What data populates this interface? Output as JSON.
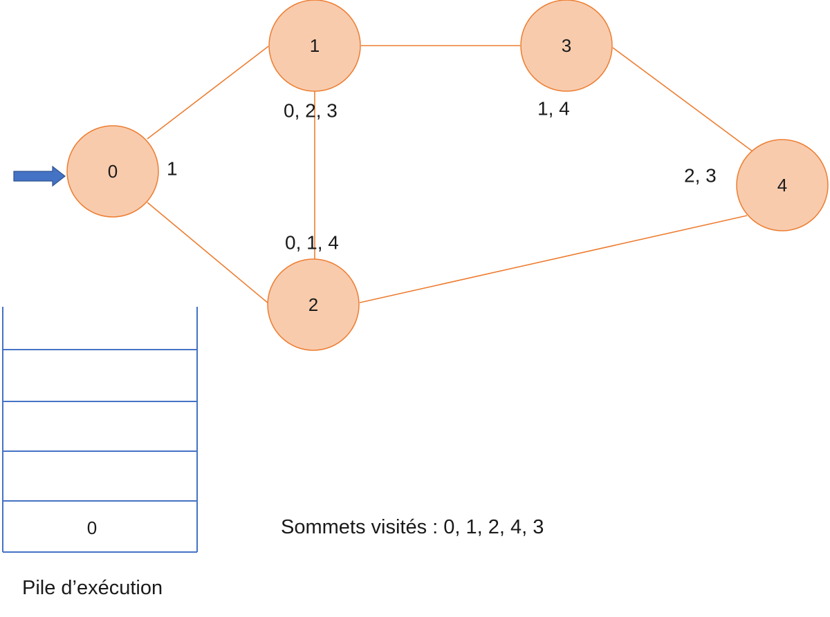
{
  "colors": {
    "node_fill": "#f8cbad",
    "node_stroke": "#ed7d31",
    "edge": "#ed7d31",
    "stack": "#4472c4",
    "arrow": "#4472c4"
  },
  "graph": {
    "nodes": [
      {
        "id": "0",
        "label": "0",
        "adjacency": "1"
      },
      {
        "id": "1",
        "label": "1",
        "adjacency": "0, 2, 3"
      },
      {
        "id": "2",
        "label": "2",
        "adjacency": "0, 1, 4"
      },
      {
        "id": "3",
        "label": "3",
        "adjacency": "1, 4"
      },
      {
        "id": "4",
        "label": "4",
        "adjacency": "2, 3"
      }
    ],
    "edges": [
      [
        "0",
        "1"
      ],
      [
        "0",
        "2"
      ],
      [
        "1",
        "2"
      ],
      [
        "1",
        "3"
      ],
      [
        "3",
        "4"
      ],
      [
        "2",
        "4"
      ]
    ],
    "start_node": "0",
    "start_marker_icon": "arrow-right-icon"
  },
  "stack": {
    "cells": [
      "",
      "",
      "",
      "0"
    ],
    "caption": "Pile d’exécution"
  },
  "visited": {
    "text": "Sommets visités : 0, 1, 2, 4, 3"
  }
}
